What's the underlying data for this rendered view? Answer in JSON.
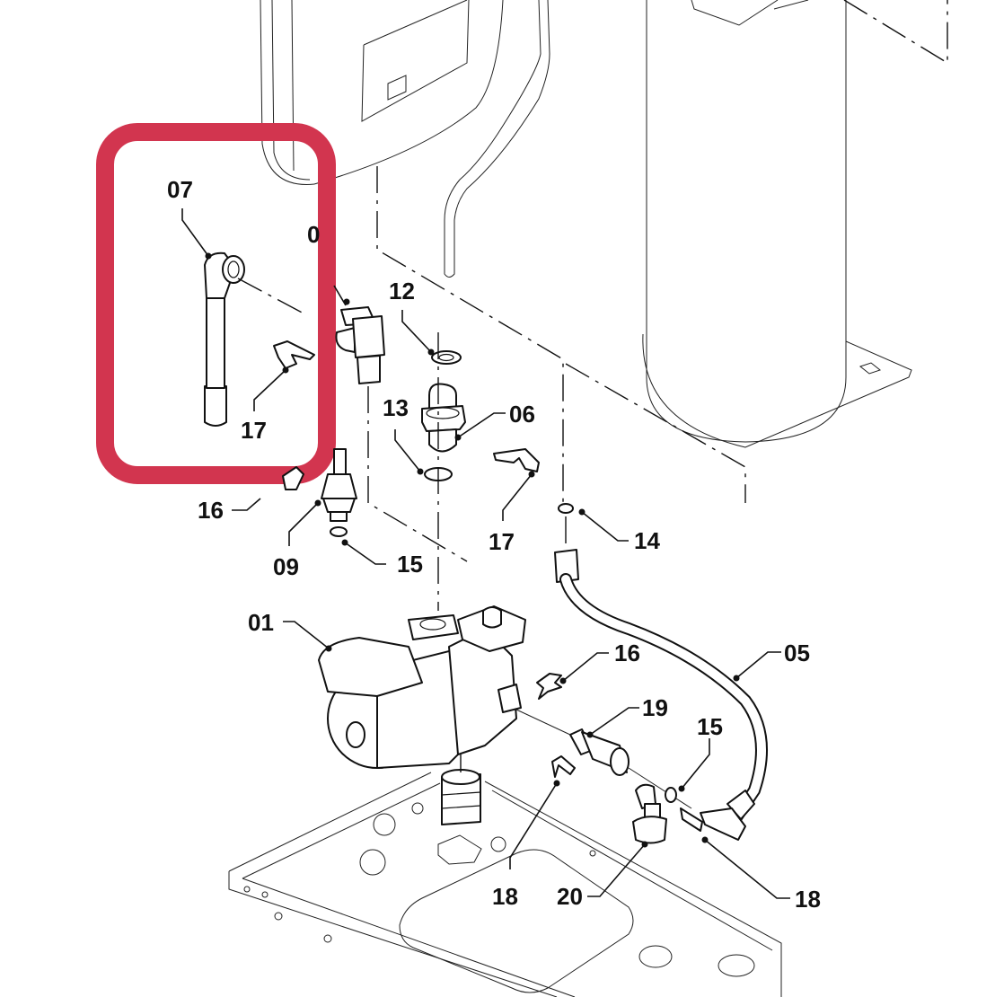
{
  "diagram": {
    "type": "exploded-parts-diagram",
    "subject": "boiler pump assembly",
    "highlight": {
      "color": "#d2354f",
      "encloses_parts": [
        "07",
        "17"
      ]
    },
    "callouts": [
      {
        "id": "c07",
        "label": "07"
      },
      {
        "id": "c0x",
        "label": "0"
      },
      {
        "id": "c12",
        "label": "12"
      },
      {
        "id": "c13",
        "label": "13"
      },
      {
        "id": "c06",
        "label": "06"
      },
      {
        "id": "c17a",
        "label": "17"
      },
      {
        "id": "c17b",
        "label": "17"
      },
      {
        "id": "c16a",
        "label": "16"
      },
      {
        "id": "c09",
        "label": "09"
      },
      {
        "id": "c15a",
        "label": "15"
      },
      {
        "id": "c14",
        "label": "14"
      },
      {
        "id": "c01",
        "label": "01"
      },
      {
        "id": "c05",
        "label": "05"
      },
      {
        "id": "c16b",
        "label": "16"
      },
      {
        "id": "c19",
        "label": "19"
      },
      {
        "id": "c15b",
        "label": "15"
      },
      {
        "id": "c18a",
        "label": "18"
      },
      {
        "id": "c20",
        "label": "20"
      },
      {
        "id": "c18b",
        "label": "18"
      }
    ],
    "parts": [
      {
        "id": "01",
        "name": "pump"
      },
      {
        "id": "05",
        "name": "flexible hose"
      },
      {
        "id": "06",
        "name": "connector"
      },
      {
        "id": "07",
        "name": "pipe"
      },
      {
        "id": "09",
        "name": "valve"
      },
      {
        "id": "12",
        "name": "o-ring"
      },
      {
        "id": "13",
        "name": "o-ring"
      },
      {
        "id": "14",
        "name": "o-ring"
      },
      {
        "id": "15",
        "name": "o-ring"
      },
      {
        "id": "16",
        "name": "clip"
      },
      {
        "id": "17",
        "name": "clip"
      },
      {
        "id": "18",
        "name": "clip"
      },
      {
        "id": "19",
        "name": "sensor"
      },
      {
        "id": "20",
        "name": "drain cock"
      }
    ]
  }
}
